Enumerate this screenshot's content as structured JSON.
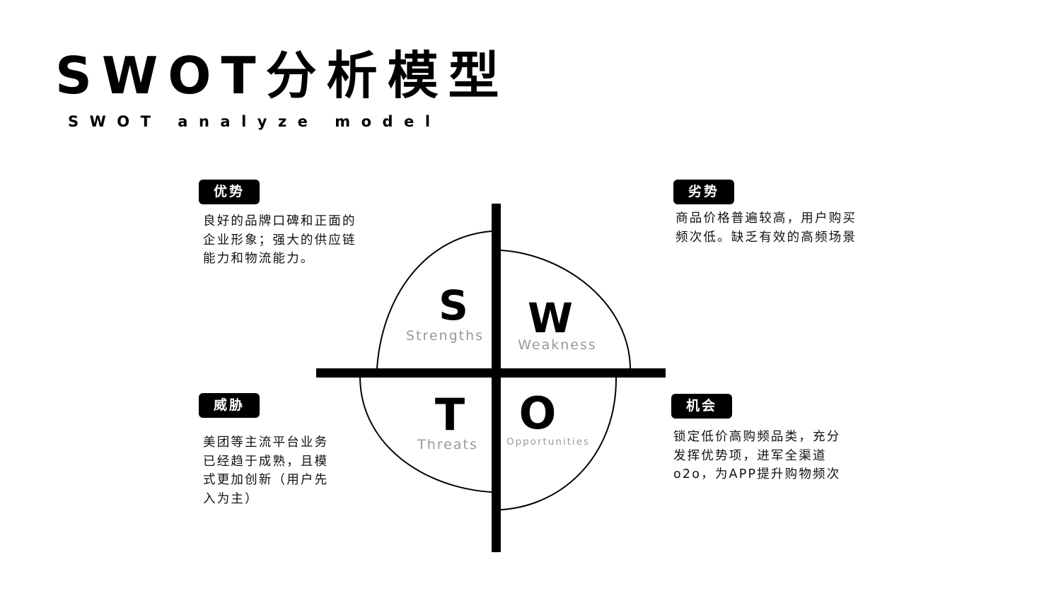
{
  "header": {
    "title": "SWOT分析模型",
    "subtitle": "SWOT analyze model"
  },
  "quadrants": {
    "strengths": {
      "badge": "优势",
      "lines": [
        "良好的品牌口碑和正面的",
        "企业形象；强大的供应链",
        "能力和物流能力。"
      ],
      "letter": "S",
      "word": "Strengths"
    },
    "weakness": {
      "badge": "劣势",
      "lines": [
        "商品价格普遍较高，用户购买",
        "频次低。缺乏有效的高频场景"
      ],
      "letter": "W",
      "word": "Weakness"
    },
    "threats": {
      "badge": "威胁",
      "lines": [
        "美团等主流平台业务",
        "已经趋于成熟，且模",
        "式更加创新（用户先",
        "入为主）"
      ],
      "letter": "T",
      "word": "Threats"
    },
    "opportunities": {
      "badge": "机会",
      "lines": [
        "锁定低价高购频品类，充分",
        "发挥优势项，进军全渠道",
        "o2o，为APP提升购物频次"
      ],
      "letter": "O",
      "word": "Opportunities"
    }
  },
  "colors": {
    "ink": "#000000",
    "label_gray": "#999999",
    "background": "#ffffff"
  }
}
